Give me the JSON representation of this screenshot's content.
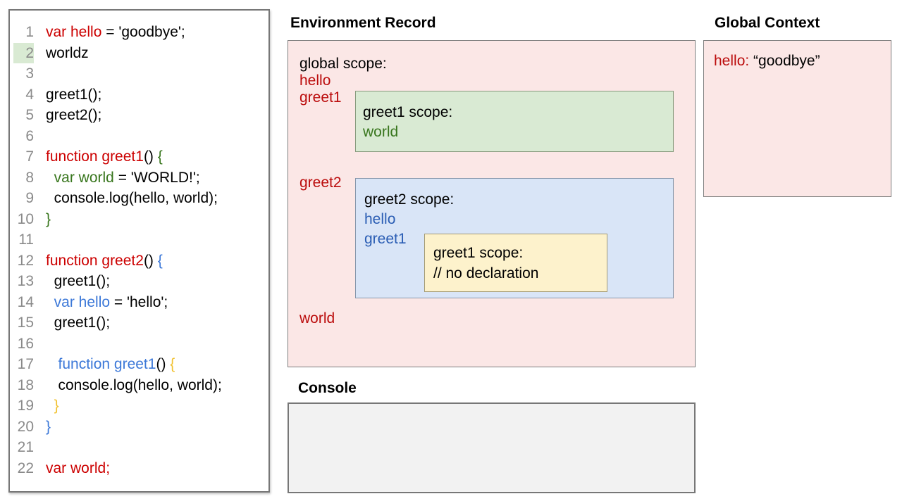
{
  "palette": {
    "code_red": "#cc0000",
    "code_green": "#38761d",
    "code_blue": "#3c78d8",
    "code_gold": "#f1c232",
    "env_red": "#bb0c0c",
    "env_blue": "#2a5db4",
    "env_green": "#38761d",
    "pink_box_bg": "#fbe7e6",
    "green_box_bg": "#d9ead3",
    "blue_box_bg": "#d9e5f7",
    "yellow_box_bg": "#fdf2cc",
    "console_bg": "#f2f2f2",
    "line_number_gray": "#8a8a8a",
    "line_highlight_green": "#d9ead3"
  },
  "code_panel": {
    "lines": [
      {
        "num": "1",
        "highlight": false,
        "segments": [
          {
            "t": "var hello",
            "c": "red"
          },
          {
            "t": " = 'goodbye';",
            "c": "ink"
          }
        ]
      },
      {
        "num": "2",
        "highlight": true,
        "segments": [
          {
            "t": "worldz",
            "c": "ink"
          }
        ]
      },
      {
        "num": "3",
        "highlight": false,
        "segments": []
      },
      {
        "num": "4",
        "highlight": false,
        "segments": [
          {
            "t": "greet1();",
            "c": "ink"
          }
        ]
      },
      {
        "num": "5",
        "highlight": false,
        "segments": [
          {
            "t": "greet2();",
            "c": "ink"
          }
        ]
      },
      {
        "num": "6",
        "highlight": false,
        "segments": []
      },
      {
        "num": "7",
        "highlight": false,
        "segments": [
          {
            "t": "function greet1",
            "c": "red"
          },
          {
            "t": "() ",
            "c": "ink"
          },
          {
            "t": "{",
            "c": "green"
          }
        ]
      },
      {
        "num": "8",
        "highlight": false,
        "segments": [
          {
            "t": "  ",
            "c": "ink"
          },
          {
            "t": "var world",
            "c": "green"
          },
          {
            "t": " = 'WORLD!';",
            "c": "ink"
          }
        ]
      },
      {
        "num": "9",
        "highlight": false,
        "segments": [
          {
            "t": "  console.log(hello, world);",
            "c": "ink"
          }
        ]
      },
      {
        "num": "10",
        "highlight": false,
        "segments": [
          {
            "t": "}",
            "c": "green"
          }
        ]
      },
      {
        "num": "11",
        "highlight": false,
        "segments": []
      },
      {
        "num": "12",
        "highlight": false,
        "segments": [
          {
            "t": "function greet2",
            "c": "red"
          },
          {
            "t": "() ",
            "c": "ink"
          },
          {
            "t": "{",
            "c": "blue"
          }
        ]
      },
      {
        "num": "13",
        "highlight": false,
        "segments": [
          {
            "t": "  greet1();",
            "c": "ink"
          }
        ]
      },
      {
        "num": "14",
        "highlight": false,
        "segments": [
          {
            "t": "  ",
            "c": "ink"
          },
          {
            "t": "var hello",
            "c": "blue"
          },
          {
            "t": " = 'hello';",
            "c": "ink"
          }
        ]
      },
      {
        "num": "15",
        "highlight": false,
        "segments": [
          {
            "t": "  greet1();",
            "c": "ink"
          }
        ]
      },
      {
        "num": "16",
        "highlight": false,
        "segments": []
      },
      {
        "num": "17",
        "highlight": false,
        "segments": [
          {
            "t": "   ",
            "c": "ink"
          },
          {
            "t": "function greet1",
            "c": "blue"
          },
          {
            "t": "() ",
            "c": "ink"
          },
          {
            "t": "{",
            "c": "gold"
          }
        ]
      },
      {
        "num": "18",
        "highlight": false,
        "segments": [
          {
            "t": "   console.log(hello, world);",
            "c": "ink"
          }
        ]
      },
      {
        "num": "19",
        "highlight": false,
        "segments": [
          {
            "t": "  ",
            "c": "ink"
          },
          {
            "t": "}",
            "c": "gold"
          }
        ]
      },
      {
        "num": "20",
        "highlight": false,
        "segments": [
          {
            "t": "}",
            "c": "blue"
          }
        ]
      },
      {
        "num": "21",
        "highlight": false,
        "segments": []
      },
      {
        "num": "22",
        "highlight": false,
        "segments": [
          {
            "t": "var world;",
            "c": "red"
          }
        ]
      }
    ]
  },
  "environment_record": {
    "title": "Environment Record",
    "global_scope_label": "global scope:",
    "vars": {
      "hello": "hello",
      "greet1": "greet1",
      "greet2": "greet2",
      "world": "world"
    },
    "greet1_scope": {
      "label": "greet1 scope:",
      "var_world": "world"
    },
    "greet2_scope": {
      "label": "greet2 scope:",
      "var_hello": "hello",
      "var_greet1": "greet1",
      "inner_greet1_scope": {
        "label": "greet1 scope:",
        "comment": "// no declaration"
      }
    }
  },
  "global_context": {
    "title": "Global Context",
    "entry_key": "hello:",
    "entry_value": "“goodbye”"
  },
  "console": {
    "title": "Console"
  }
}
